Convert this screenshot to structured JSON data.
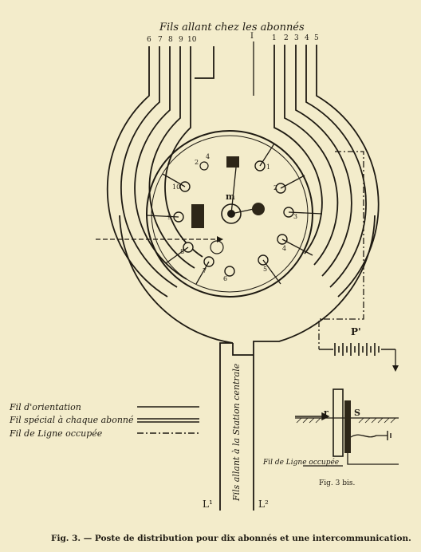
{
  "top_label": "Fils allant chez les abonnés",
  "left_wire_numbers": [
    "6",
    "7",
    "8",
    "9",
    "10"
  ],
  "center_wire_number": "I",
  "right_wire_numbers": [
    "1",
    "2",
    "3",
    "4",
    "5"
  ],
  "contact_numbers": [
    "1",
    "2",
    "3",
    "4",
    "5",
    "6",
    "7",
    "8",
    "9",
    "10"
  ],
  "center_letter": "m",
  "small_labels": [
    "2",
    "4"
  ],
  "vertical_label": "Fils allant à la Station centrale",
  "line_labels": [
    "L¹",
    "L²"
  ],
  "legend": [
    {
      "text": "Fil d'orientation",
      "style": "solid"
    },
    {
      "text": "Fil spécial à chaque abonné",
      "style": "double"
    },
    {
      "text": "Fil de Ligne occupée",
      "style": "dashdot"
    }
  ],
  "battery_label": "P'",
  "fig3bis": {
    "letter_left": "r",
    "letter_right": "S",
    "wire_label": "Fil de Ligne occupée",
    "caption": "Fig. 3 bis."
  },
  "caption": "Fig. 3. — Poste de distribution pour dix abonnés et une intercommunication."
}
